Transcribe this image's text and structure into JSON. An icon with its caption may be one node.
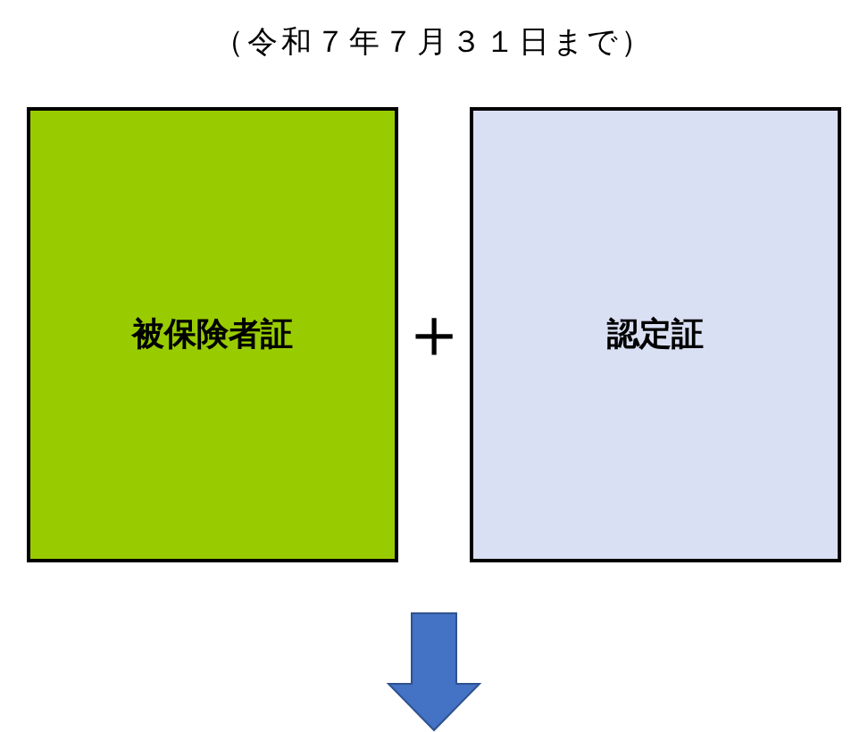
{
  "diagram": {
    "title": "（令和７年７月３１日まで）",
    "nodes": [
      {
        "text": [
          "被保険者証"
        ]
      },
      {
        "text": [
          "認定証"
        ]
      }
    ],
    "labels": [
      "＋"
    ]
  }
}
